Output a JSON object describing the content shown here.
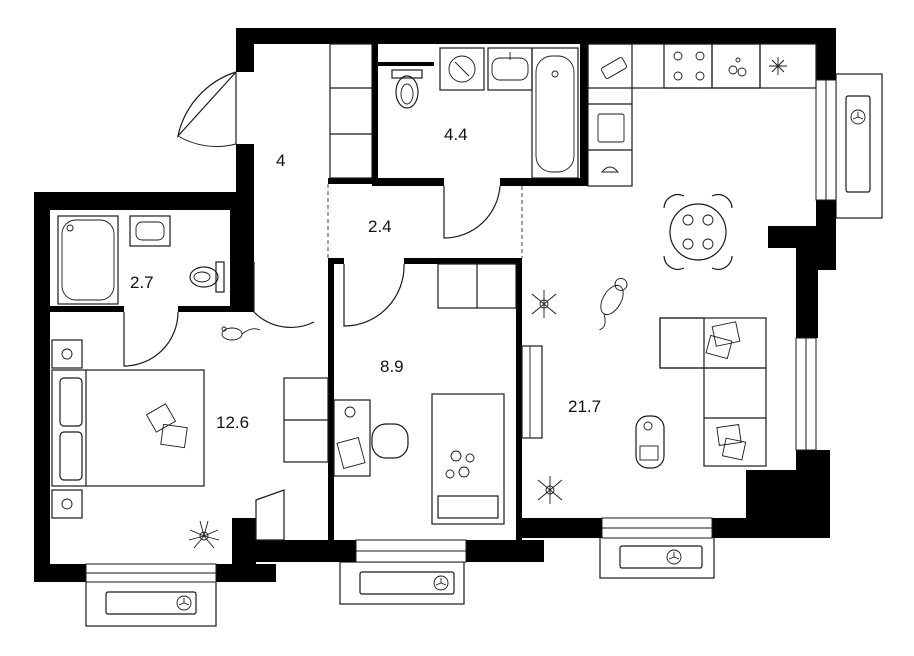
{
  "colors": {
    "wall": "#000000",
    "line": "#1a1a1a",
    "background": "#ffffff"
  },
  "rooms": {
    "hall": "4",
    "bathroom": "4.4",
    "corridor": "2.4",
    "wc": "2.7",
    "bedroom": "12.6",
    "study": "8.9",
    "living_kitchen": "21.7"
  },
  "icons": [
    "fan-icon",
    "plant-icon",
    "cat-icon",
    "mouse-icon",
    "toy-icon",
    "pillow-icon",
    "stove-icon",
    "sink-icon",
    "toilet-icon",
    "bathtub-icon"
  ]
}
